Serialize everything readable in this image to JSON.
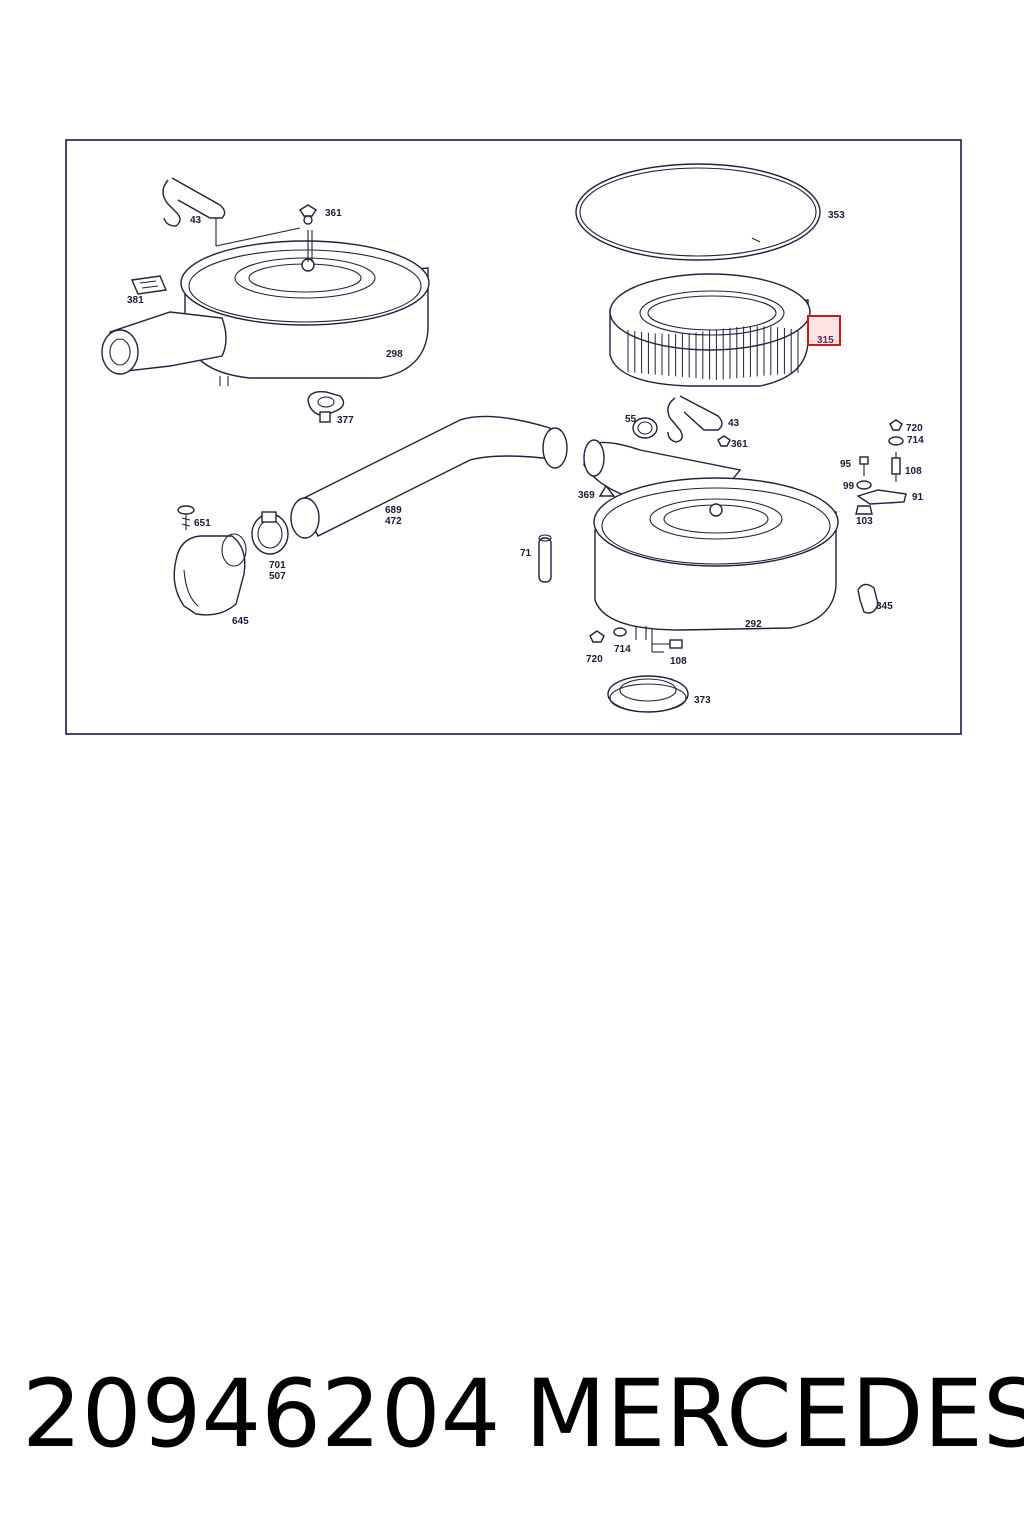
{
  "diagram": {
    "labels": {
      "p43a": "43",
      "p361a": "361",
      "p381": "381",
      "p298": "298",
      "p377": "377",
      "p353": "353",
      "p315": "315",
      "p55": "55",
      "p43b": "43",
      "p361b": "361",
      "p720a": "720",
      "p714a": "714",
      "p95": "95",
      "p108a": "108",
      "p99": "99",
      "p91": "91",
      "p103": "103",
      "p369": "369",
      "p689": "689",
      "p472": "472",
      "p651": "651",
      "p701": "701",
      "p507": "507",
      "p645": "645",
      "p71": "71",
      "p292": "292",
      "p345": "345",
      "p720b": "720",
      "p714b": "714",
      "p108b": "108",
      "p373": "373"
    },
    "highlighted_part": "315",
    "highlight_color": "#d01818"
  },
  "footer": {
    "part_number": "20946204",
    "brand": "MERCEDES"
  }
}
